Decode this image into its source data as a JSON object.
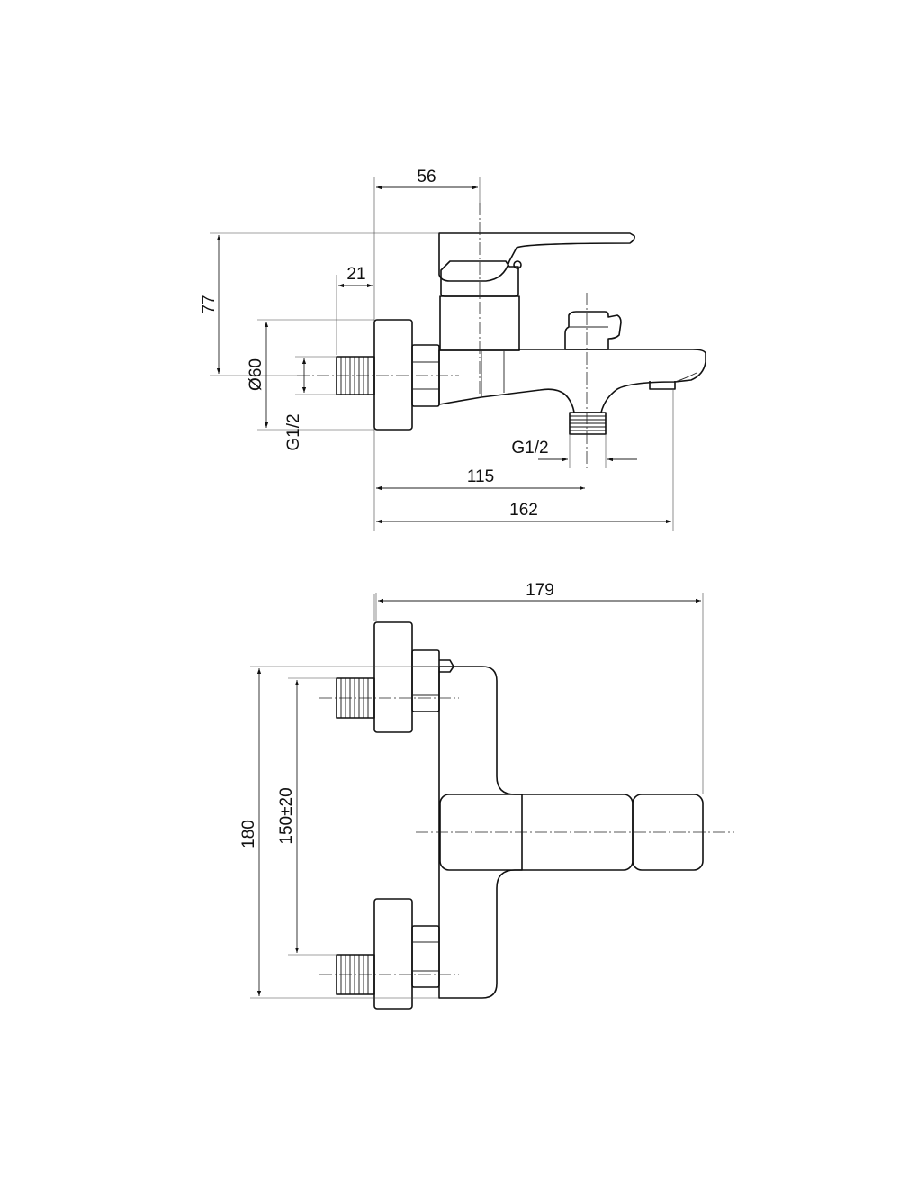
{
  "side_view": {
    "dims": {
      "d56": "56",
      "d21": "21",
      "d77": "77",
      "d60": "Ø60",
      "g12_inlet": "G1/2",
      "g12_outlet": "G1/2",
      "d115": "115",
      "d162": "162"
    }
  },
  "top_view": {
    "dims": {
      "d179": "179",
      "d180": "180",
      "d150": "150±20"
    }
  }
}
